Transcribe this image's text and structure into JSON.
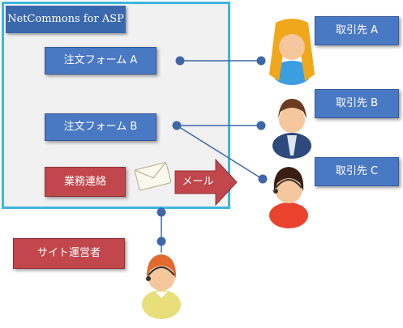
{
  "platform": {
    "title": "NetCommons for ASP"
  },
  "forms": [
    {
      "label": "注文フォーム A"
    },
    {
      "label": "注文フォーム B"
    }
  ],
  "business_contact": {
    "label": "業務連絡"
  },
  "mail_arrow": {
    "label": "メール"
  },
  "partners": [
    {
      "label": "取引先 A"
    },
    {
      "label": "取引先 B"
    },
    {
      "label": "取引先 C"
    }
  ],
  "operator": {
    "label": "サイト運営者"
  },
  "colors": {
    "frame_border": "#3fb6dd",
    "box_blue": "#4a79c3",
    "box_red": "#c1474c",
    "connector": "#3f66a8"
  }
}
